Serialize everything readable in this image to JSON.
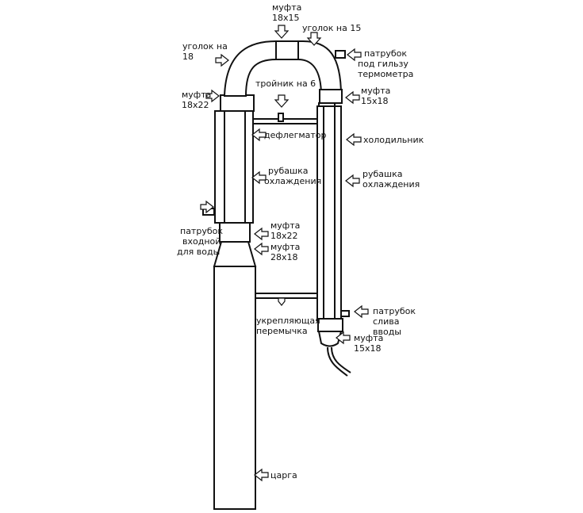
{
  "labels": {
    "mufta_18x15": [
      "муфта",
      "18х15"
    ],
    "ugolok_15": [
      "уголок на 15"
    ],
    "ugolok_18": [
      "уголок на",
      "18"
    ],
    "patrubok_gilza": [
      "патрубок",
      "под гильзу",
      "термометра"
    ],
    "troynik": [
      "тройник на 6"
    ],
    "mufta_18x22_top": [
      "муфта",
      "18х22"
    ],
    "mufta_15x18_top": [
      "муфта",
      "15х18"
    ],
    "deflegmator": [
      "дефлегматор"
    ],
    "holodilnik": [
      "холодильник"
    ],
    "rubashka_left": [
      "рубашка",
      "охлаждения"
    ],
    "rubashka_right": [
      "рубашка",
      "охлаждения"
    ],
    "patrubok_vhod": [
      "патрубок",
      "входной",
      "для воды"
    ],
    "mufta_18x22_mid": [
      "муфта",
      "18х22"
    ],
    "mufta_28x18": [
      "муфта",
      "28х18"
    ],
    "ukreplyayuschaya": [
      "укрепляющая",
      "перемычка"
    ],
    "patrubok_sliv": [
      "патрубок",
      "слива",
      "вводы"
    ],
    "mufta_15x18_bottom": [
      "муфта",
      "15х18"
    ],
    "tsarga": [
      "царга"
    ]
  }
}
